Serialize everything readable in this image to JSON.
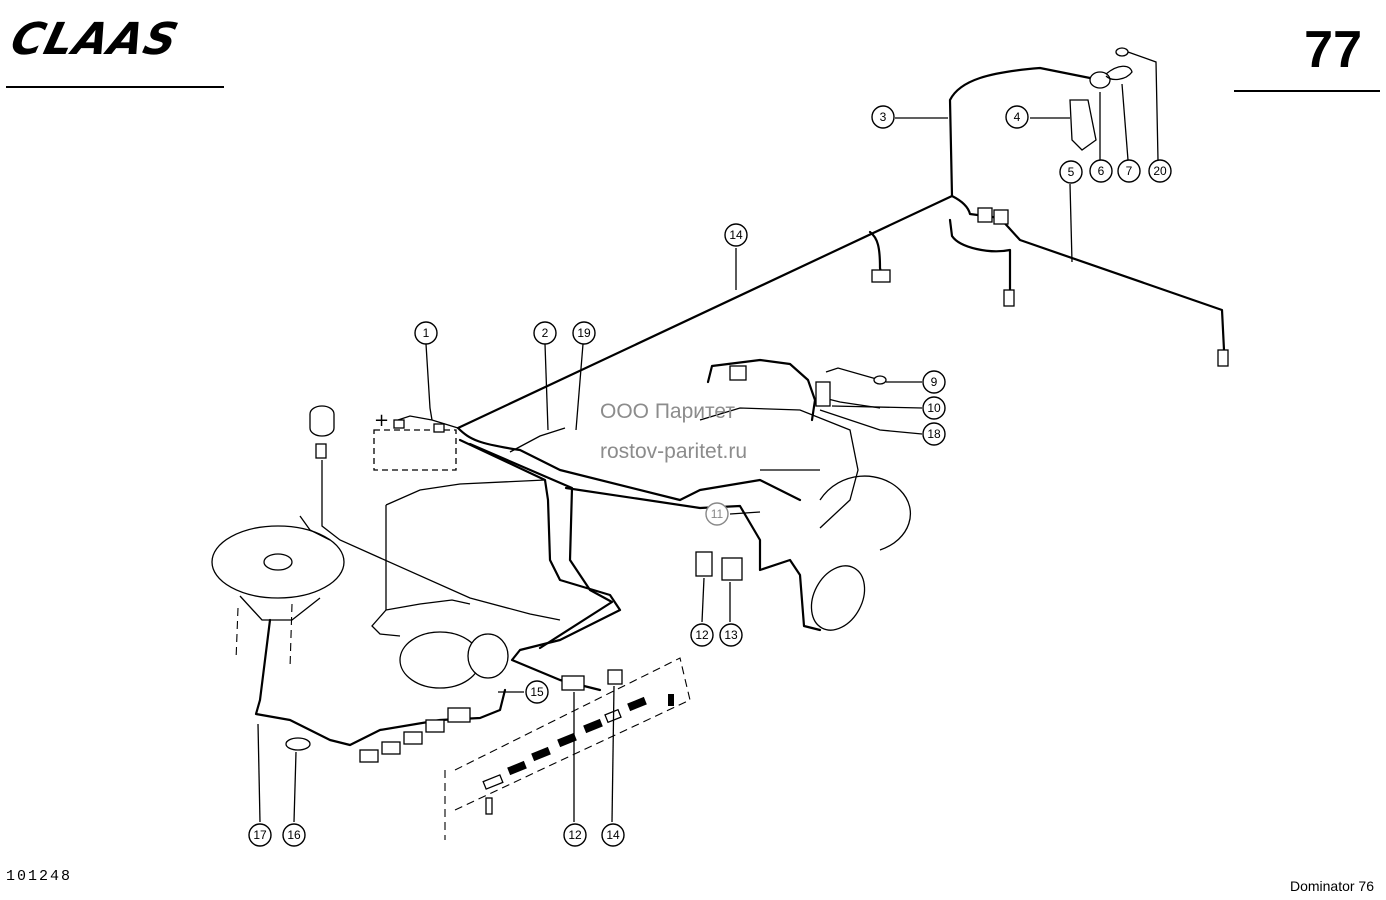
{
  "header": {
    "brand": "CLAAS",
    "page_number": "77"
  },
  "footer": {
    "document_id": "101248",
    "model": "Dominator 76"
  },
  "watermark": {
    "line1": "ООО Паритет",
    "line2": "rostov-paritet.ru"
  },
  "callouts": [
    "1",
    "2",
    "19",
    "3",
    "4",
    "6",
    "7",
    "20",
    "5",
    "14",
    "9",
    "10",
    "18",
    "11",
    "12",
    "13",
    "15",
    "17",
    "16",
    "12",
    "14"
  ]
}
